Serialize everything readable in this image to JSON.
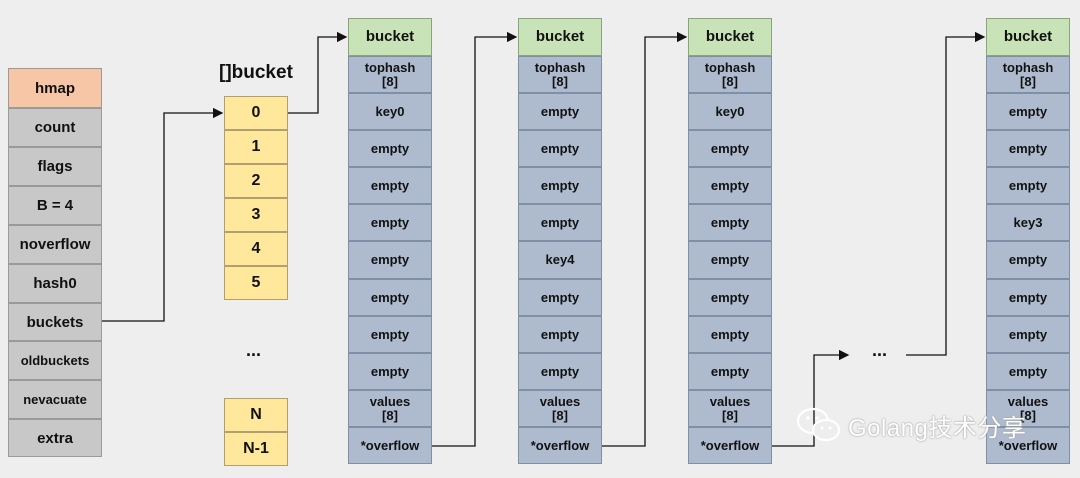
{
  "hmap": [
    "hmap",
    "count",
    "flags",
    "B = 4",
    "noverflow",
    "hash0",
    "buckets",
    "oldbuckets",
    "nevacuate",
    "extra"
  ],
  "array": {
    "title": "[]bucket",
    "items": [
      "0",
      "1",
      "2",
      "3",
      "4",
      "5"
    ],
    "ellipsis": "...",
    "tail": [
      "N",
      "N-1"
    ]
  },
  "buckets": [
    [
      "bucket",
      "tophash\n[8]",
      "key0",
      "empty",
      "empty",
      "empty",
      "empty",
      "empty",
      "empty",
      "empty",
      "values\n[8]",
      "*overflow"
    ],
    [
      "bucket",
      "tophash\n[8]",
      "empty",
      "empty",
      "empty",
      "empty",
      "key4",
      "empty",
      "empty",
      "empty",
      "values\n[8]",
      "*overflow"
    ],
    [
      "bucket",
      "tophash\n[8]",
      "key0",
      "empty",
      "empty",
      "empty",
      "empty",
      "empty",
      "empty",
      "empty",
      "values\n[8]",
      "*overflow"
    ],
    [
      "bucket",
      "tophash\n[8]",
      "empty",
      "empty",
      "empty",
      "key3",
      "empty",
      "empty",
      "empty",
      "empty",
      "values\n[8]",
      "*overflow"
    ]
  ],
  "chain_ellipsis": "...",
  "watermark": "Golang技术分享",
  "colors": {
    "hmap_head": "#f6c6a6",
    "hmap_cell": "#c8c8c8",
    "array_cell": "#ffe79b",
    "bucket_head": "#c9e3b8",
    "bucket_cell": "#aebbcf"
  }
}
